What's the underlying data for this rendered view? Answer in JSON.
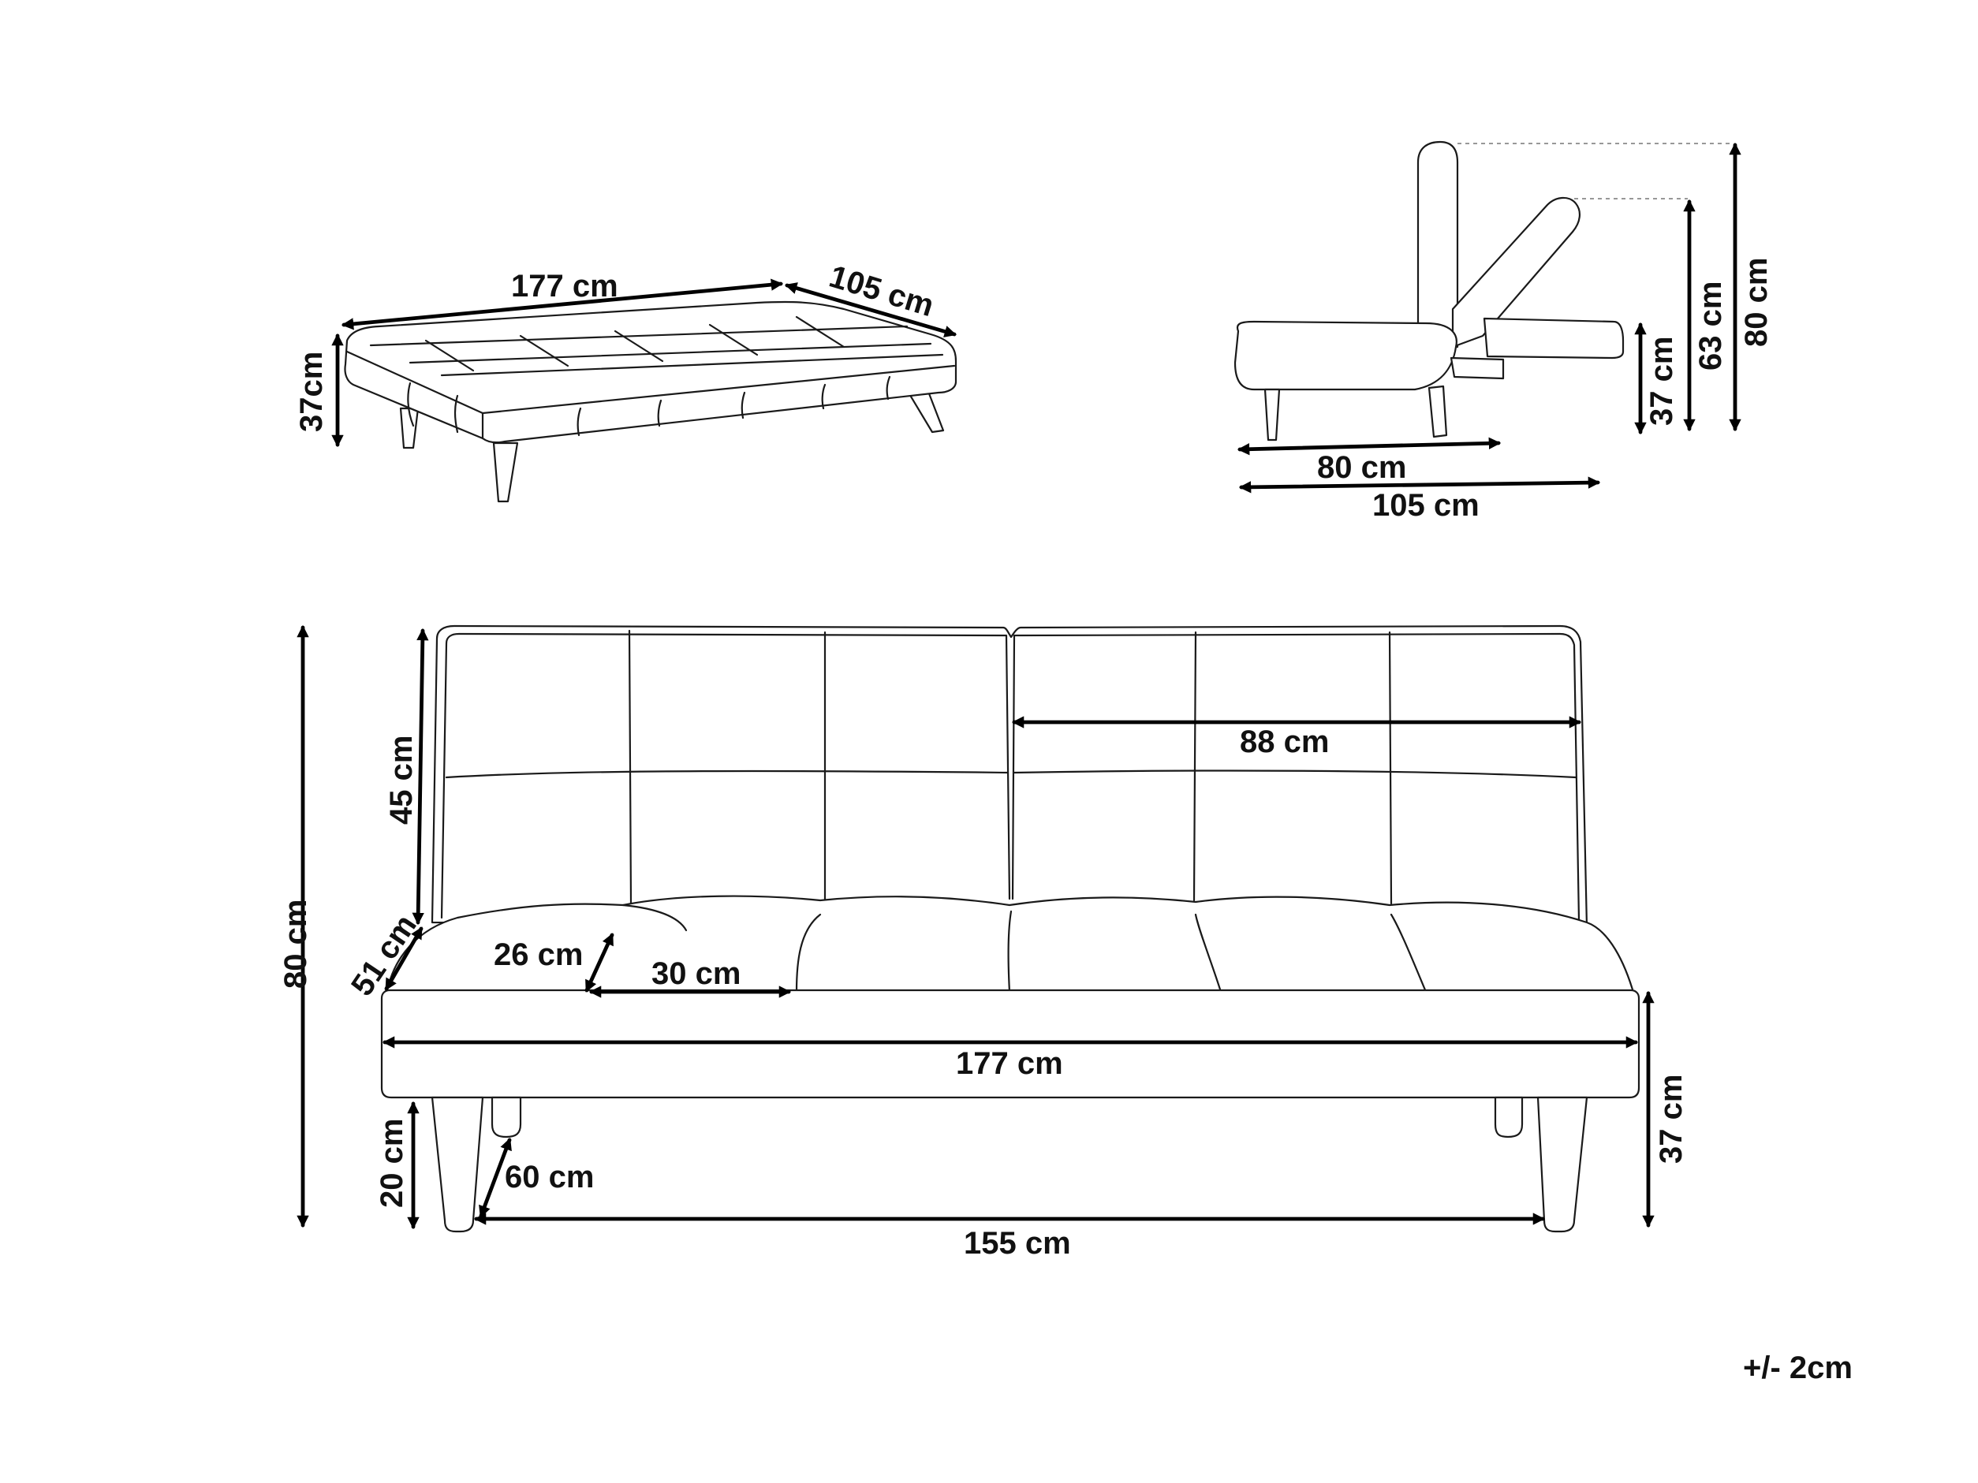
{
  "top_left_view": {
    "length": "177 cm",
    "depth": "105 cm",
    "height": "37cm"
  },
  "top_right_view": {
    "total_height": "80 cm",
    "back_height": "63 cm",
    "seat_height": "37 cm",
    "seat_depth": "80 cm",
    "total_depth": "105 cm"
  },
  "front_view": {
    "total_height": "80 cm",
    "back_height": "45 cm",
    "seat_depth": "51 cm",
    "armrest_depth": "26 cm",
    "armrest_width": "30 cm",
    "back_width": "88 cm",
    "total_length": "177 cm",
    "seat_height": "37 cm",
    "leg_height": "20 cm",
    "clearance": "60 cm",
    "leg_span": "155 cm"
  },
  "tolerance": "+/- 2cm"
}
